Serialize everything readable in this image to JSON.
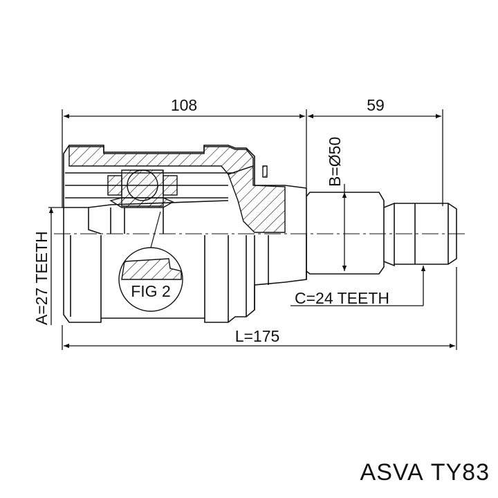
{
  "diagram": {
    "dim_overall_left": "108",
    "dim_overall_right": "59",
    "dim_diameter": "B=Ø50",
    "dim_teeth_a": "A=27 TEETH",
    "dim_teeth_c": "C=24 TEETH",
    "dim_length": "L=175",
    "fig_label": "FIG 2"
  },
  "brand": {
    "name": "ASVA",
    "part": "TY83"
  },
  "colors": {
    "ink": "#111111",
    "background": "#ffffff"
  }
}
